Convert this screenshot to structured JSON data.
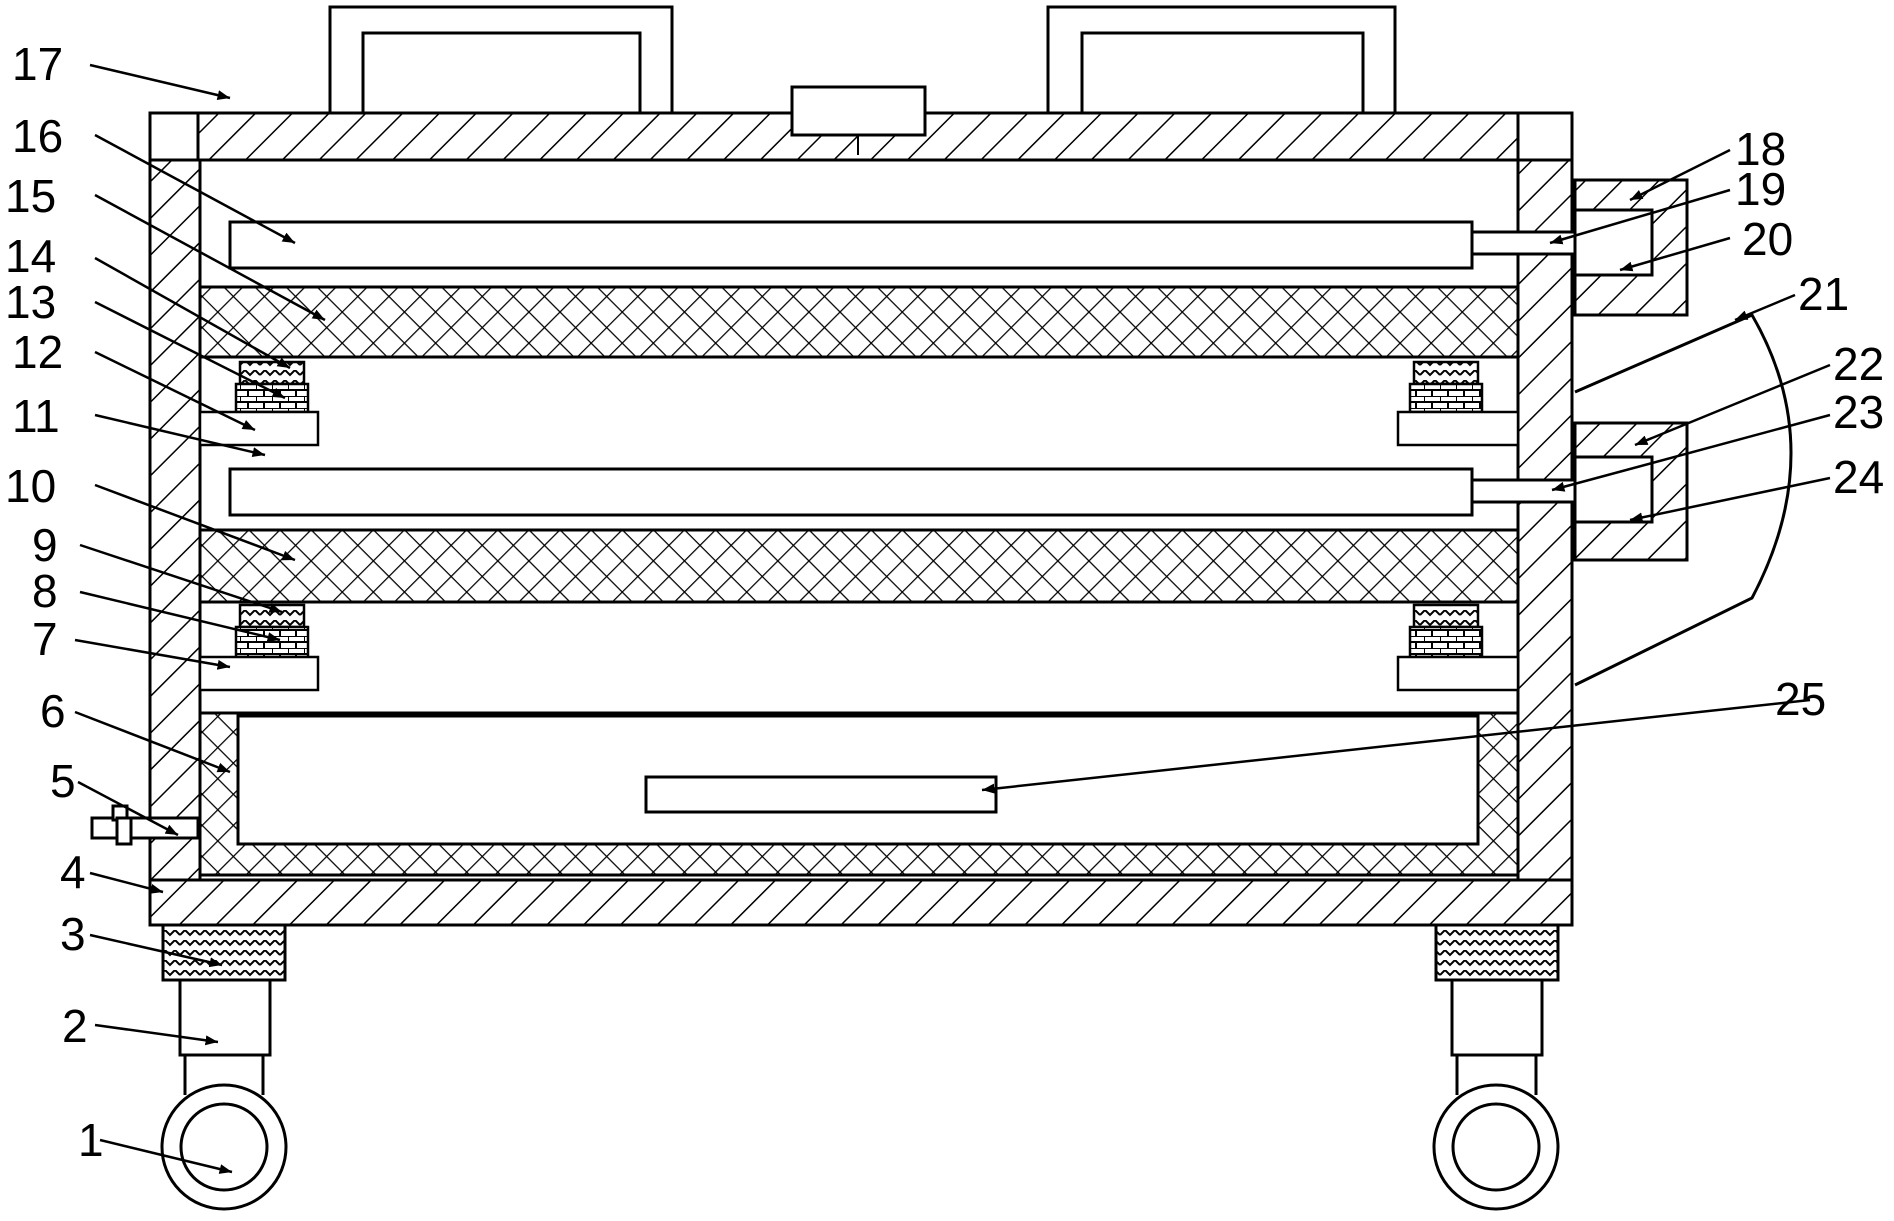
{
  "labels": {
    "n1": "1",
    "n2": "2",
    "n3": "3",
    "n4": "4",
    "n5": "5",
    "n6": "6",
    "n7": "7",
    "n8": "8",
    "n9": "9",
    "n10": "10",
    "n11": "11",
    "n12": "12",
    "n13": "13",
    "n14": "14",
    "n15": "15",
    "n16": "16",
    "n17": "17",
    "n18": "18",
    "n19": "19",
    "n20": "20",
    "n21": "21",
    "n22": "22",
    "n23": "23",
    "n24": "24",
    "n25": "25"
  },
  "colors": {
    "line": "#000000",
    "background": "#ffffff"
  }
}
